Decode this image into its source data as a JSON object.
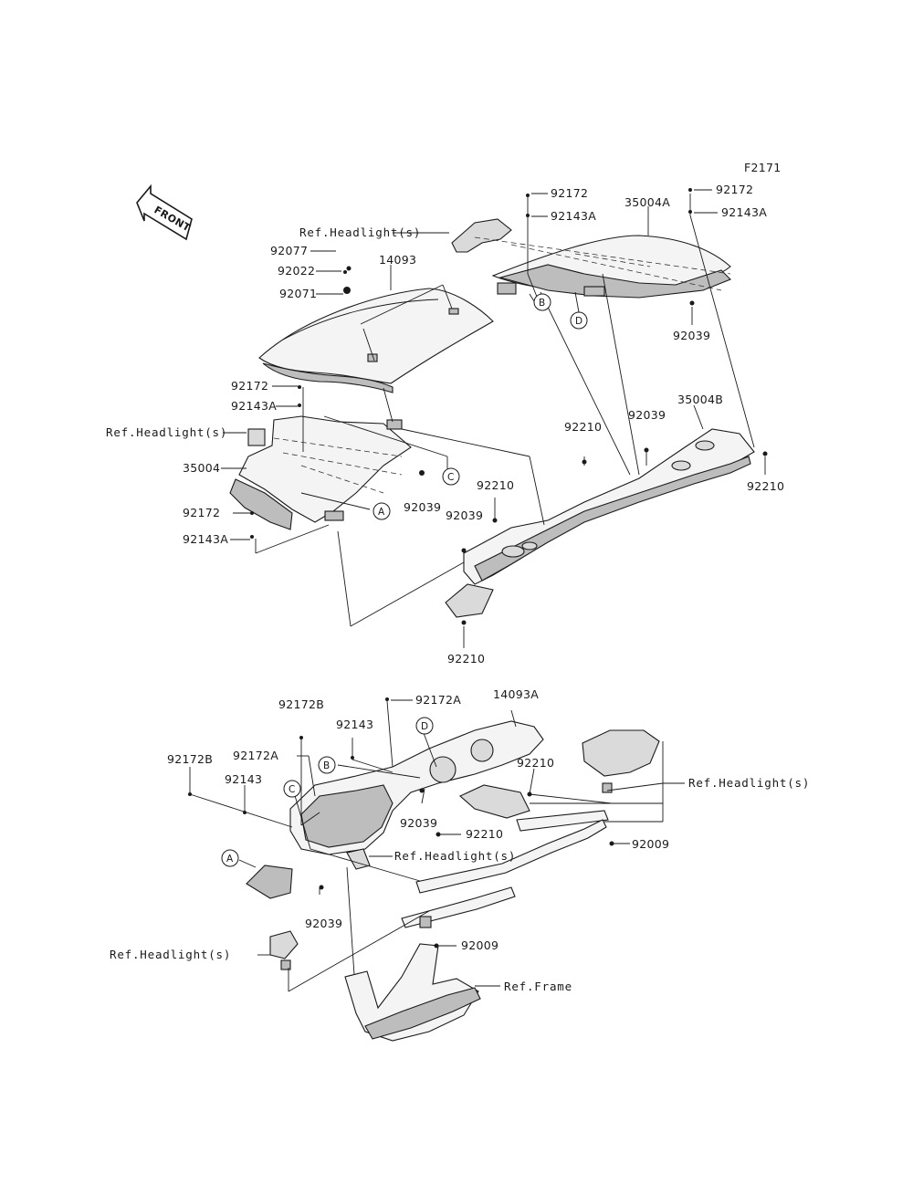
{
  "figure_code": "F2171",
  "front_label": "FRONT",
  "callouts": {
    "c_92172_top_a": "92172",
    "c_92143a_top_a": "92143A",
    "c_92172_top_b": "92172",
    "c_92143a_top_b": "92143A",
    "c_35004a": "35004A",
    "c_ref_headlight_1": "Ref.Headlight(s)",
    "c_92077": "92077",
    "c_92022": "92022",
    "c_14093": "14093",
    "c_92071": "92071",
    "c_92039_a": "92039",
    "c_92172_mid": "92172",
    "c_92143a_mid": "92143A",
    "c_ref_headlight_2": "Ref.Headlight(s)",
    "c_35004": "35004",
    "c_92039_b": "92039",
    "c_92172_low": "92172",
    "c_92143a_low": "92143A",
    "c_92210_a": "92210",
    "c_92039_c": "92039",
    "c_35004b": "35004B",
    "c_92210_b": "92210",
    "c_92210_c": "92210",
    "c_92039_d": "92039",
    "c_92210_d": "92210",
    "c_92172b_a": "92172B",
    "c_92172a_a": "92172A",
    "c_14093a": "14093A",
    "c_92143_a": "92143",
    "c_92172b_b": "92172B",
    "c_92172a_b": "92172A",
    "c_92143_b": "92143",
    "c_92210_e": "92210",
    "c_ref_headlight_3": "Ref.Headlight(s)",
    "c_92039_e": "92039",
    "c_92210_f": "92210",
    "c_92009_a": "92009",
    "c_ref_headlight_4": "Ref.Headlight(s)",
    "c_92039_f": "92039",
    "c_ref_headlight_5": "Ref.Headlight(s)",
    "c_92009_b": "92009",
    "c_ref_frame": "Ref.Frame"
  },
  "markers": {
    "a_top": "A",
    "b_top": "B",
    "c_top": "C",
    "d_top": "D",
    "a_bot": "A",
    "b_bot": "B",
    "c_bot": "C",
    "d_bot": "D"
  }
}
